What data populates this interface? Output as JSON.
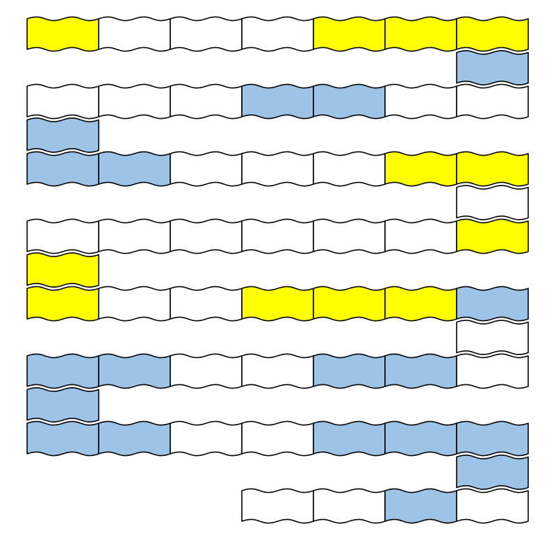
{
  "colors": {
    "yellow": "#ffff00",
    "blue": "#9dc3e6",
    "white": "#ffffff",
    "outline": "#000000"
  },
  "rows": [
    [
      "yellow",
      "white",
      "white",
      "white",
      "yellow",
      "yellow",
      "yellow"
    ],
    [
      "blue"
    ],
    [
      "white",
      "white",
      "white",
      "blue",
      "blue",
      "white",
      "white"
    ],
    [
      "blue"
    ],
    [
      "blue",
      "blue",
      "white",
      "white",
      "white",
      "yellow",
      "yellow"
    ],
    [
      "white"
    ],
    [
      "white",
      "white",
      "white",
      "white",
      "white",
      "white",
      "yellow"
    ],
    [
      "yellow"
    ],
    [
      "yellow",
      "white",
      "white",
      "yellow",
      "yellow",
      "yellow",
      "blue"
    ],
    [
      "white"
    ],
    [
      "blue",
      "blue",
      "white",
      "white",
      "blue",
      "blue",
      "white"
    ],
    [
      "blue"
    ],
    [
      "blue",
      "blue",
      "white",
      "white",
      "blue",
      "blue",
      "blue"
    ],
    [
      "blue"
    ],
    [
      null,
      null,
      null,
      "white",
      "white",
      "blue",
      "white"
    ]
  ]
}
